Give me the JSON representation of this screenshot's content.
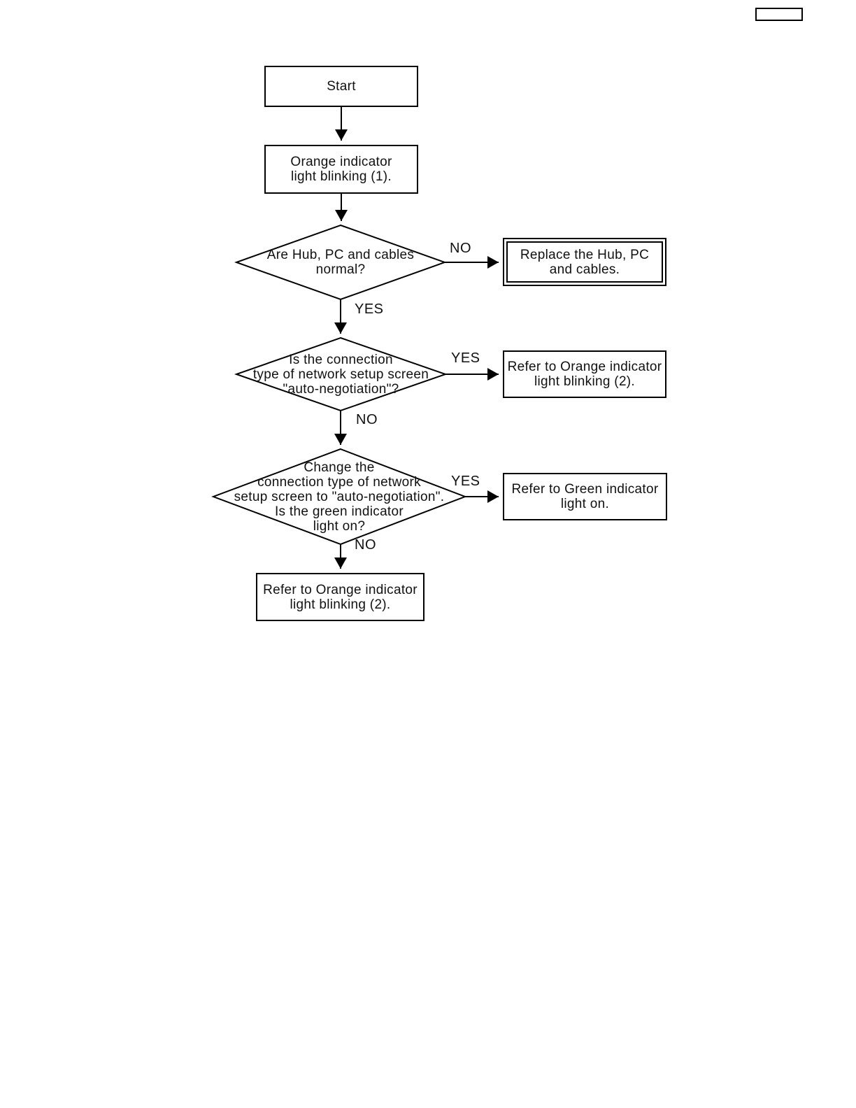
{
  "page": {
    "background": "#ffffff",
    "line_color": "#000000",
    "text_color": "#111111"
  },
  "header": {
    "page_number_box_text": ""
  },
  "flowchart": {
    "nodes": {
      "start": {
        "type": "process",
        "label": "Start"
      },
      "orange_blinking_1": {
        "type": "process",
        "label": "Orange indicator\nlight blinking (1)."
      },
      "hub_pc_cables_normal": {
        "type": "decision",
        "label": "Are Hub, PC and cables\nnormal?"
      },
      "replace_hub_pc_cables": {
        "type": "terminal",
        "label": "Replace the Hub, PC\nand cables."
      },
      "connection_type_auto_negotiation": {
        "type": "decision",
        "label": "Is the connection\ntype of network setup screen\n\"auto-negotiation\"?"
      },
      "refer_orange_blinking_2_right": {
        "type": "process",
        "label": "Refer to Orange indicator\nlight blinking (2)."
      },
      "change_connection_type": {
        "type": "decision",
        "label": "Change the\nconnection type of network\nsetup screen to \"auto-negotiation\".\nIs the green indicator\nlight on?"
      },
      "refer_green_light_on": {
        "type": "process",
        "label": "Refer to Green indicator\nlight on."
      },
      "refer_orange_blinking_2_bottom": {
        "type": "process",
        "label": "Refer to Orange indicator\nlight blinking (2)."
      }
    },
    "edge_labels": {
      "d1_no": "NO",
      "d1_yes": "YES",
      "d2_yes": "YES",
      "d2_no": "NO",
      "d3_yes": "YES",
      "d3_no": "NO"
    }
  }
}
